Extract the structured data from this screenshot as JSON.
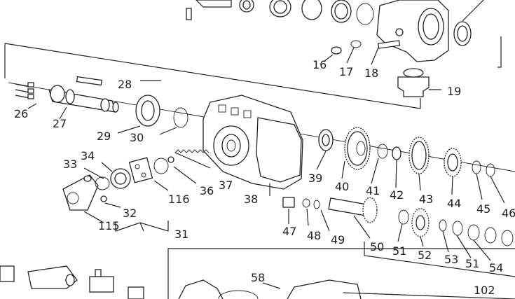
{
  "diagram": {
    "type": "exploded-parts-view",
    "line_color": "#222222",
    "background": "#ffffff",
    "part_numbers": {
      "p16": "16",
      "p17": "17",
      "p18": "18",
      "p19": "19",
      "p26": "26",
      "p27": "27",
      "p28": "28",
      "p29": "29",
      "p30": "30",
      "p31": "31",
      "p32": "32",
      "p33": "33",
      "p34": "34",
      "p36": "36",
      "p37": "37",
      "p38": "38",
      "p39": "39",
      "p40": "40",
      "p41": "41",
      "p42": "42",
      "p43": "43",
      "p44": "44",
      "p45": "45",
      "p46": "46",
      "p47": "47",
      "p48": "48",
      "p49": "49",
      "p50": "50",
      "p51a": "51",
      "p51b": "51",
      "p52": "52",
      "p53": "53",
      "p54": "54",
      "p58": "58",
      "p102": "102",
      "p115": "115",
      "p116": "116"
    }
  }
}
